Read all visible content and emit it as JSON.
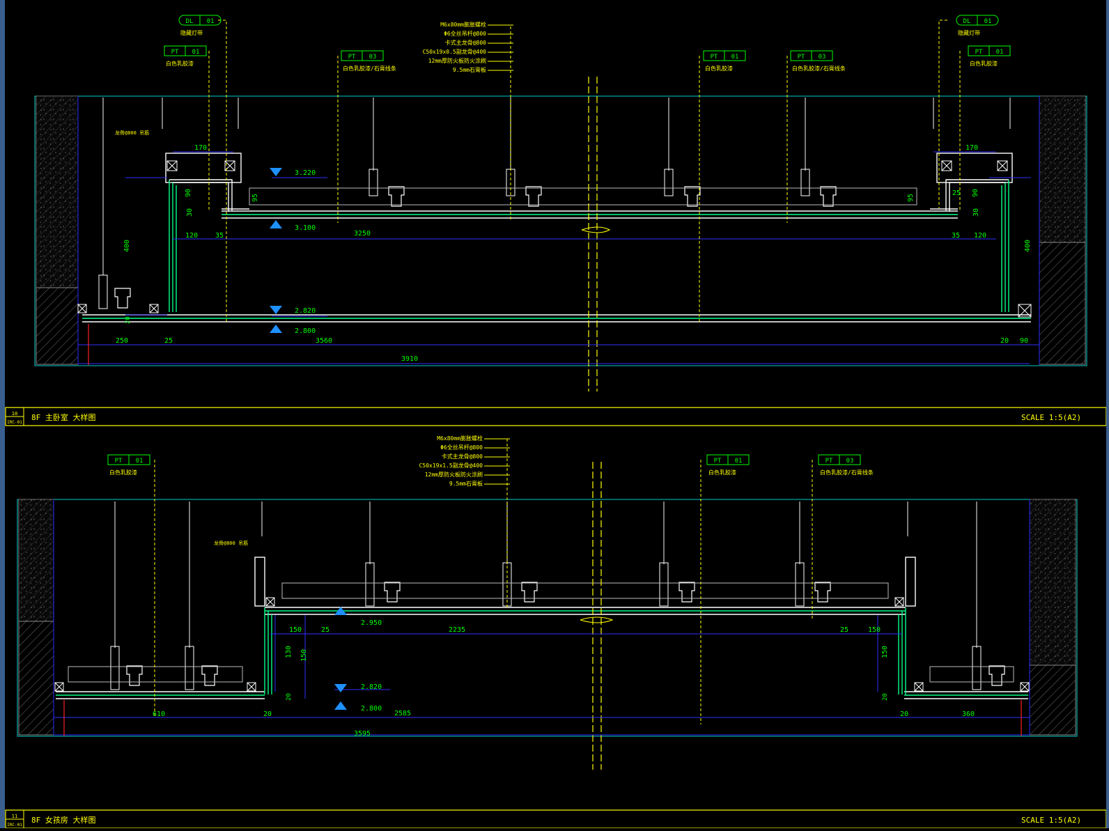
{
  "colors": {
    "bg": "#000000",
    "dim": "#00ff00",
    "line": "#2a2aff",
    "frame": "#00ffff",
    "leader": "#ffff00",
    "elev": "#1e90ff",
    "white": "#ffffff",
    "grey": "#9a9a9a",
    "red": "#ff2020"
  },
  "drawings": [
    {
      "title": "8F 主卧室 大样图",
      "scale": "SCALE 1:5(A2)",
      "badge_top": "10",
      "badge_bottom": "IRC-01",
      "tags": [
        {
          "code": "DL",
          "num": "01",
          "note": "隐藏灯带"
        },
        {
          "code": "PT",
          "num": "01",
          "note": "白色乳胶漆"
        },
        {
          "code": "PT",
          "num": "03",
          "note": "白色乳胶漆/石膏线条"
        },
        {
          "code": "PT",
          "num": "01",
          "note": "白色乳胶漆"
        },
        {
          "code": "PT",
          "num": "03",
          "note": "白色乳胶漆/石膏线条"
        },
        {
          "code": "DL",
          "num": "01",
          "note": "隐藏灯带"
        },
        {
          "code": "PT",
          "num": "01",
          "note": "白色乳胶漆"
        }
      ],
      "notes": [
        "M6x80mm膨胀螺栓",
        "Φ6全丝吊杆@800",
        "卡式主龙骨@800",
        "C50x19x0.5副龙骨@400",
        "12mm厚防火板防火涂刷",
        "9.5mm石膏板"
      ],
      "small_note": "龙骨@800 吊筋",
      "elevations": [
        "3.220",
        "3.100",
        "2.820",
        "2.800"
      ],
      "dims": {
        "d170a": "170",
        "d170b": "170",
        "d90a": "90",
        "d90b": "90",
        "d95a": "95",
        "d95b": "95",
        "d30a": "30",
        "d30b": "30",
        "d25a": "25",
        "d120a": "120",
        "d120b": "120",
        "d35a": "35",
        "d35b": "35",
        "d3250": "3250",
        "d400a": "400",
        "d400b": "400",
        "d250": "250",
        "d25b": "25",
        "d3560": "3560",
        "d20a": "20",
        "d20b": "20",
        "d90c": "90",
        "d3910": "3910"
      }
    },
    {
      "title": "8F 女孩房 大样图",
      "scale": "SCALE 1:5(A2)",
      "badge_top": "11",
      "badge_bottom": "IRC-01",
      "tags": [
        {
          "code": "PT",
          "num": "01",
          "note": "白色乳胶漆"
        },
        {
          "code": "PT",
          "num": "01",
          "note": "白色乳胶漆"
        },
        {
          "code": "PT",
          "num": "03",
          "note": "白色乳胶漆/石膏线条"
        }
      ],
      "notes": [
        "M6x80mm膨胀螺栓",
        "Φ6全丝吊杆@800",
        "卡式主龙骨@800",
        "C50x19x1.5副龙骨@400",
        "12mm厚防火板防火涂刷",
        "9.5mm石膏板"
      ],
      "small_note": "龙骨@800 吊筋",
      "elevations": [
        "2.950",
        "2.820",
        "2.800"
      ],
      "dims": {
        "d150a": "150",
        "d25a": "25",
        "d2235": "2235",
        "d25b": "25",
        "d150b": "150",
        "d130": "130",
        "d150c": "150",
        "d150d": "150",
        "d20a": "20",
        "d20b": "20",
        "d610": "610",
        "d20c": "20",
        "d2585": "2585",
        "d20d": "20",
        "d360": "360",
        "d3595": "3595"
      }
    }
  ]
}
